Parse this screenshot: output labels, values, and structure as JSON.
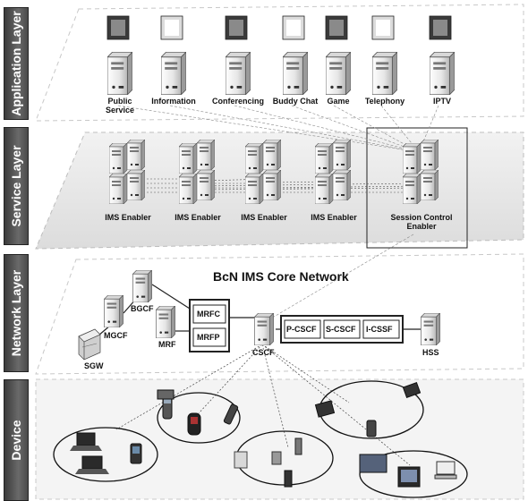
{
  "layers": {
    "application": "Application Layer",
    "service": "Service Layer",
    "network": "Network Layer",
    "device": "Device"
  },
  "application_services": [
    {
      "label": "Public Service",
      "icon": "public-service-icon"
    },
    {
      "label": "Information",
      "icon": "information-icon"
    },
    {
      "label": "Conferencing",
      "icon": "conferencing-icon"
    },
    {
      "label": "Buddy Chat",
      "icon": "buddy-chat-icon"
    },
    {
      "label": "Game",
      "icon": "game-icon"
    },
    {
      "label": "Telephony",
      "icon": "telephony-icon"
    },
    {
      "label": "IPTV",
      "icon": "iptv-icon"
    }
  ],
  "service_enablers": [
    {
      "label": "IMS Enabler"
    },
    {
      "label": "IMS Enabler"
    },
    {
      "label": "IMS Enabler"
    },
    {
      "label": "IMS Enabler"
    },
    {
      "label": "Session Control Enabler"
    }
  ],
  "network": {
    "title": "BcN IMS Core Network",
    "nodes": {
      "bgcf": "BGCF",
      "mgcf": "MGCF",
      "sgw": "SGW",
      "mrf": "MRF",
      "mrfc": "MRFC",
      "mrfp": "MRFP",
      "cscf": "CSCF",
      "p_cscf": "P-CSCF",
      "s_cscf": "S-CSCF",
      "i_cssf": "I-CSSF",
      "hss": "HSS"
    }
  },
  "device": {
    "groups": [
      "pc-devices",
      "mobile-devices",
      "phone-devices",
      "tablet-devices",
      "tv-devices"
    ]
  },
  "colors": {
    "layer_tab": "#4a4a4a",
    "layer_band": "#e9e9e9",
    "server": "#f2f2f2"
  }
}
